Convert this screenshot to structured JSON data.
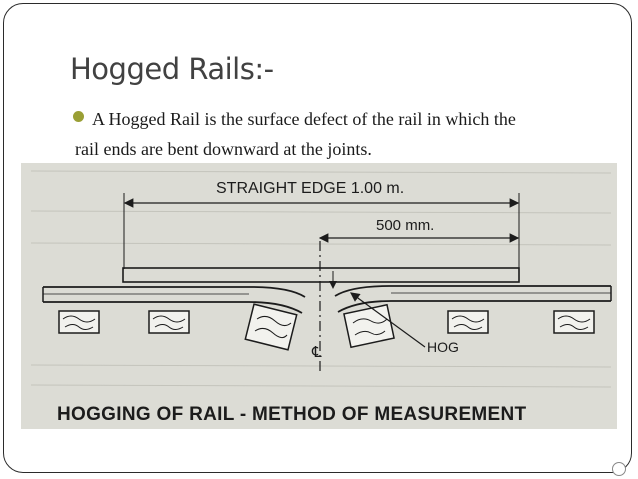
{
  "slide": {
    "title": "Hogged Rails:-",
    "bullet": {
      "line1": "A Hogged Rail is the surface defect of the rail in which the",
      "line2": "rail ends are bent downward at the joints."
    },
    "figure": {
      "straight_edge_label": "STRAIGHT EDGE 1.00 m.",
      "half_label": "500 mm.",
      "hog_label": "HOG",
      "centerline_label": "℄",
      "caption": "HOGGING OF RAIL - METHOD OF MEASUREMENT"
    }
  },
  "colors": {
    "accent_bullet": "#9a9f35",
    "title": "#414141",
    "figure_bg": "#dcdcd5",
    "frame": "#2b2b2b"
  }
}
